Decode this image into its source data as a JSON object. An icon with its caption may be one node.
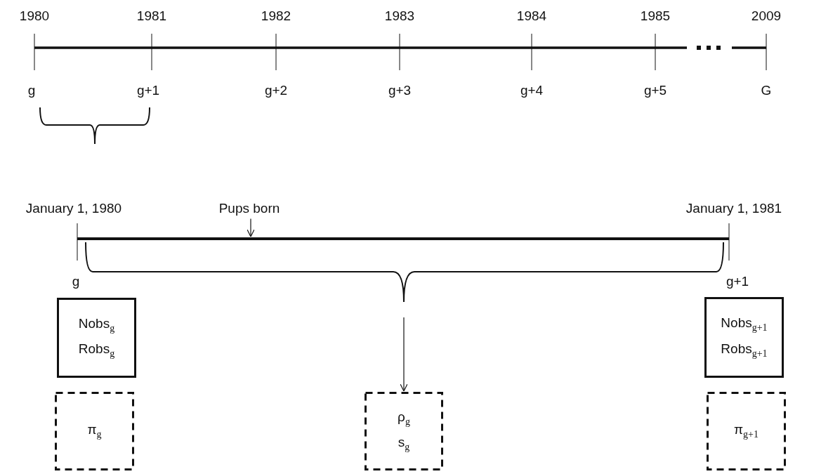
{
  "diagram": {
    "nodes": [
      {
        "text": [
          "Pups born"
        ]
      },
      {
        "text": [],
        "shape": "line"
      },
      {
        "text": [
          "Nobs$_{g}$",
          "Robs$_{g}$"
        ]
      },
      {
        "text": [
          "Nobs$_{g+1}$",
          "Robs$_{g+1}$"
        ]
      },
      {
        "text": [
          "π$_{g}$"
        ]
      },
      {
        "text": [
          "ρ$_{g}$",
          "s$_{g}$"
        ]
      },
      {
        "text": [
          "π$_{g+1}$"
        ]
      }
    ],
    "edges": [
      {
        "from": 0,
        "to": 1,
        "arrow": "to"
      },
      {
        "from": null,
        "to": 5,
        "arrow": "to"
      }
    ],
    "labels": [
      "1980",
      "1981",
      "1982",
      "1983",
      "1984",
      "1985",
      "2009",
      "g",
      "g+1",
      "g+2",
      "g+3",
      "g+4",
      "g+5",
      "G",
      "January 1, 1980",
      "January 1, 1981",
      "g",
      "g+1"
    ]
  }
}
